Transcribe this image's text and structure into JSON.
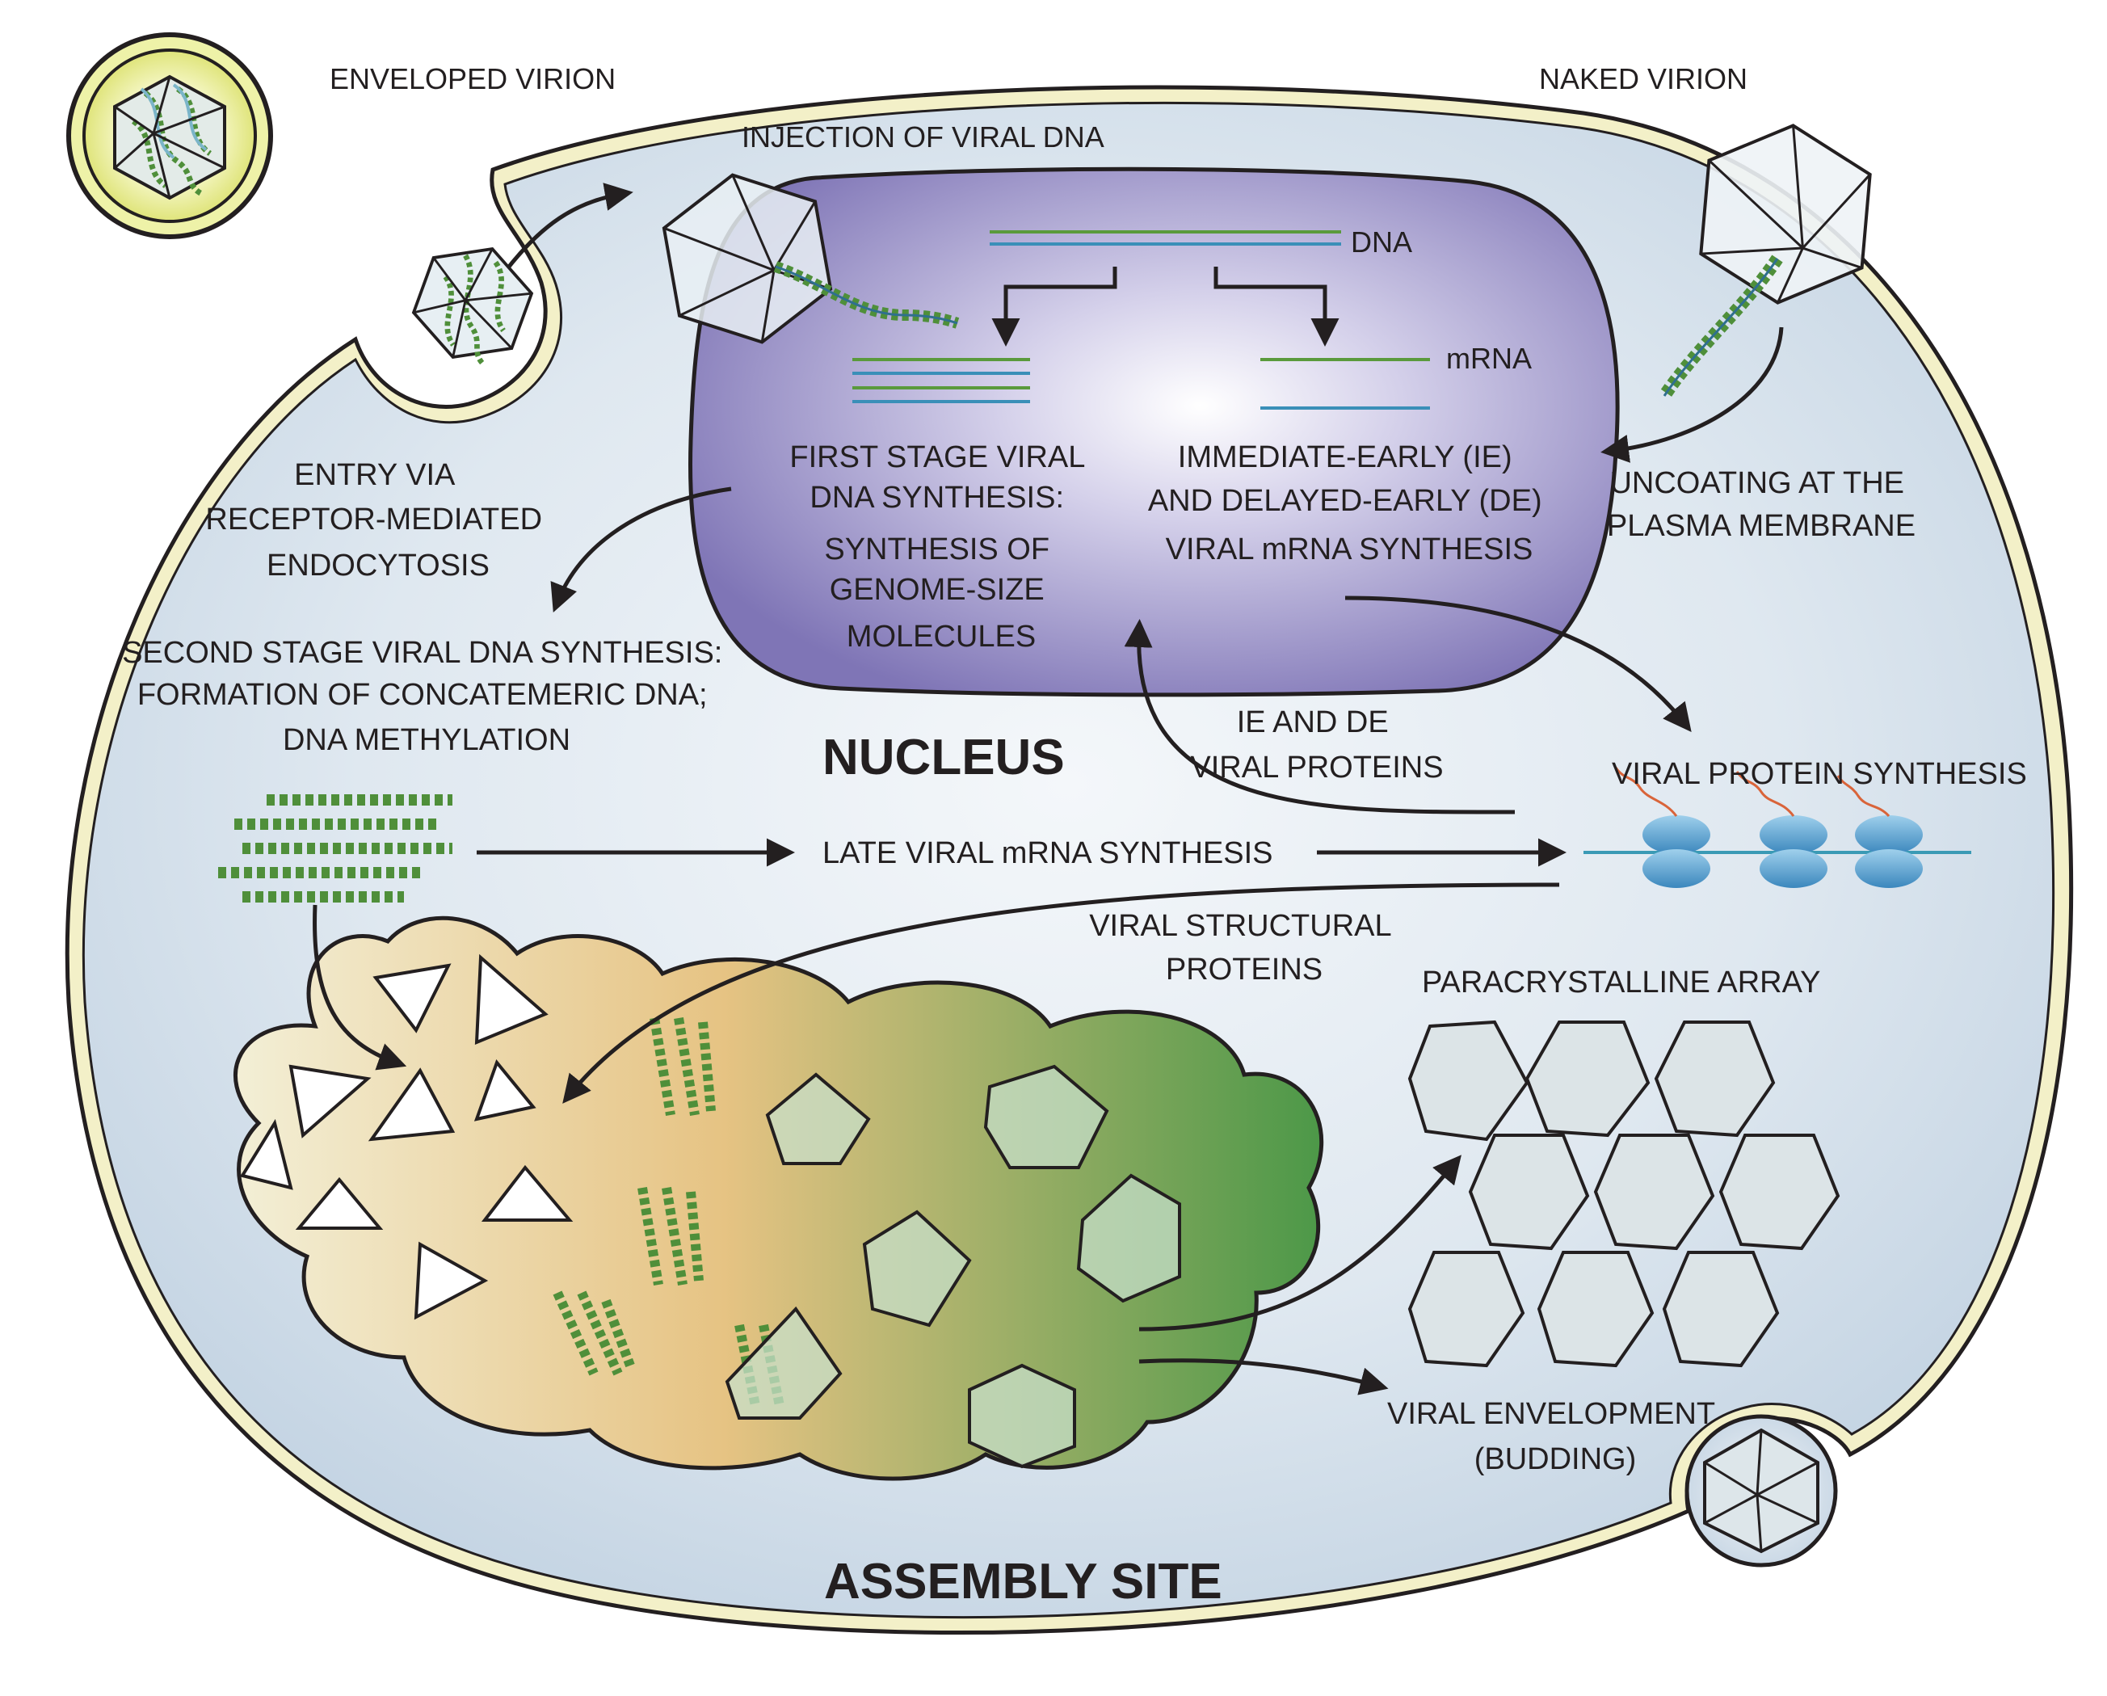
{
  "labels": {
    "enveloped_virion": "ENVELOPED VIRION",
    "naked_virion": "NAKED VIRION",
    "injection": "INJECTION OF VIRAL DNA",
    "dna": "DNA",
    "mrna": "mRNA",
    "first_stage": [
      "FIRST STAGE VIRAL",
      "DNA SYNTHESIS:",
      "SYNTHESIS OF",
      "GENOME-SIZE",
      "MOLECULES"
    ],
    "ie_de_mrna": [
      "IMMEDIATE-EARLY (IE)",
      "AND DELAYED-EARLY (DE)",
      "VIRAL mRNA SYNTHESIS"
    ],
    "uncoating": [
      "UNCOATING AT THE",
      "PLASMA MEMBRANE"
    ],
    "entry": [
      "ENTRY VIA",
      "RECEPTOR-MEDIATED",
      "ENDOCYTOSIS"
    ],
    "second_stage": [
      "SECOND STAGE VIRAL DNA SYNTHESIS:",
      "FORMATION OF CONCATEMERIC DNA;",
      "DNA METHYLATION"
    ],
    "nucleus": "NUCLEUS",
    "ie_de_proteins": [
      "IE AND DE",
      "VIRAL PROTEINS"
    ],
    "protein_synthesis": "VIRAL PROTEIN SYNTHESIS",
    "late_mrna": "LATE VIRAL mRNA SYNTHESIS",
    "structural_proteins": [
      "VIRAL STRUCTURAL",
      "PROTEINS"
    ],
    "paracrystalline": "PARACRYSTALLINE ARRAY",
    "envelopment": [
      "VIRAL ENVELOPMENT",
      "(BUDDING)"
    ],
    "assembly_site": "ASSEMBLY SITE"
  },
  "colors": {
    "cell_fill": "#dce6ef",
    "cell_outline": "#231f20",
    "membrane_band": "#f3f0c8",
    "envelope_fill": "#eef1a0",
    "nucleus_purple": "#8a80bd",
    "dna_green": "#5a9a3c",
    "dna_blue": "#3a8fb8",
    "ribosome": "#4f9ccc",
    "mrna_orange": "#d9643a",
    "assembly_left": "#f1edcf",
    "assembly_mid": "#e3c07f",
    "assembly_right": "#4f9a47"
  }
}
